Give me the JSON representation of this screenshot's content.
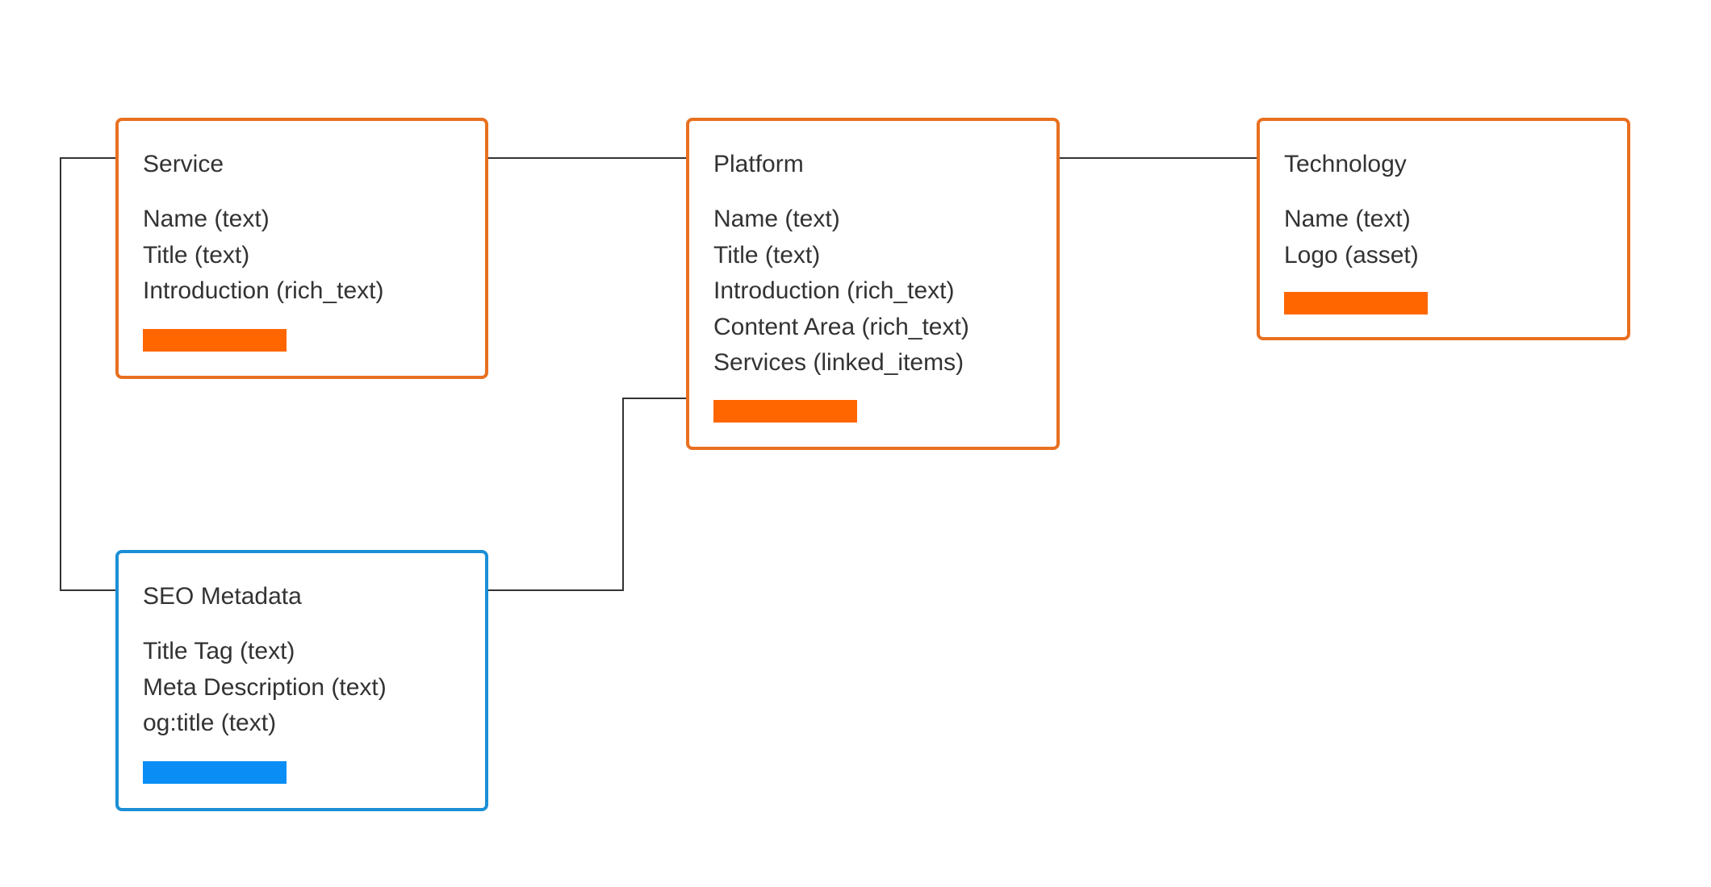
{
  "colors": {
    "content_type_accent": "#ff6600",
    "content_type_border": "#e8701f",
    "snippet_accent": "#0a8ef5",
    "snippet_border": "#1b8fd6",
    "connector": "#333333"
  },
  "diagram": {
    "nodes": [
      {
        "id": "service",
        "kind": "content-type",
        "title": "Service",
        "fields": [
          "Name (text)",
          "Title (text)",
          "Introduction (rich_text)"
        ]
      },
      {
        "id": "platform",
        "kind": "content-type",
        "title": "Platform",
        "fields": [
          "Name (text)",
          "Title (text)",
          "Introduction (rich_text)",
          "Content Area (rich_text)",
          "Services (linked_items)"
        ]
      },
      {
        "id": "technology",
        "kind": "content-type",
        "title": "Technology",
        "fields": [
          "Name (text)",
          "Logo (asset)"
        ]
      },
      {
        "id": "seo-metadata",
        "kind": "snippet",
        "title": "SEO Metadata",
        "fields": [
          "Title Tag (text)",
          "Meta Description (text)",
          "og:title (text)"
        ]
      }
    ],
    "edges": [
      {
        "from": "service",
        "to": "platform"
      },
      {
        "from": "platform",
        "to": "technology"
      },
      {
        "from": "seo-metadata",
        "to": "service"
      },
      {
        "from": "seo-metadata",
        "to": "platform"
      }
    ]
  }
}
